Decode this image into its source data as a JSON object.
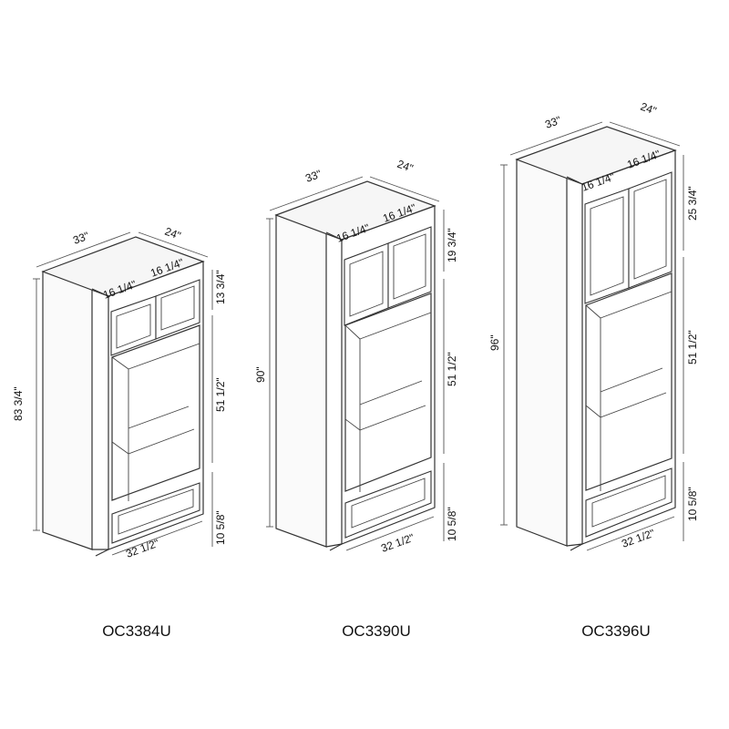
{
  "cabinets": [
    {
      "model": "OC3384U",
      "width": "33\"",
      "depth": "24\"",
      "height": "83 3/4\"",
      "door_width_left": "16 1/4\"",
      "door_width_right": "16 1/4\"",
      "top_section": "13 3/4\"",
      "opening": "51 1/2\"",
      "drawer": "10 5/8\"",
      "interior_width": "32 1/2\""
    },
    {
      "model": "OC3390U",
      "width": "33\"",
      "depth": "24\"",
      "height": "90\"",
      "door_width_left": "16 1/4\"",
      "door_width_right": "16 1/4\"",
      "top_section": "19 3/4\"",
      "opening": "51 1/2\"",
      "drawer": "10 5/8\"",
      "interior_width": "32 1/2\""
    },
    {
      "model": "OC3396U",
      "width": "33\"",
      "depth": "24\"",
      "height": "96\"",
      "door_width_left": "16 1/4\"",
      "door_width_right": "16 1/4\"",
      "top_section": "25 3/4\"",
      "opening": "51 1/2\"",
      "drawer": "10 5/8\"",
      "interior_width": "32 1/2\""
    }
  ]
}
